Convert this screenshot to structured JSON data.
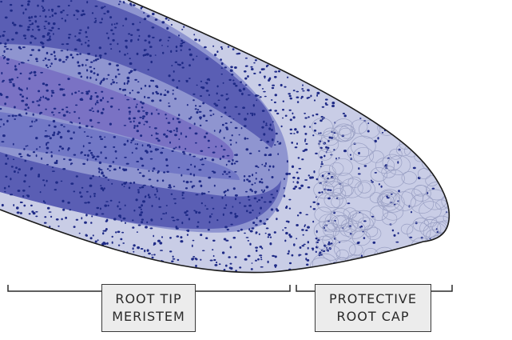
{
  "labels": {
    "meristem": {
      "line1": "ROOT TIP",
      "line2": "MERISTEM"
    },
    "root_cap": {
      "line1": "PROTECTIVE",
      "line2": "ROOT CAP"
    }
  },
  "colors": {
    "outer_tissue": "#c9cde6",
    "cortex": "#8f95d0",
    "dark_band": "#5a5eb4",
    "center": "#7a72c4",
    "dots": "#1e2a86",
    "outline": "#1a1a1a",
    "box_fill": "#ececec"
  }
}
